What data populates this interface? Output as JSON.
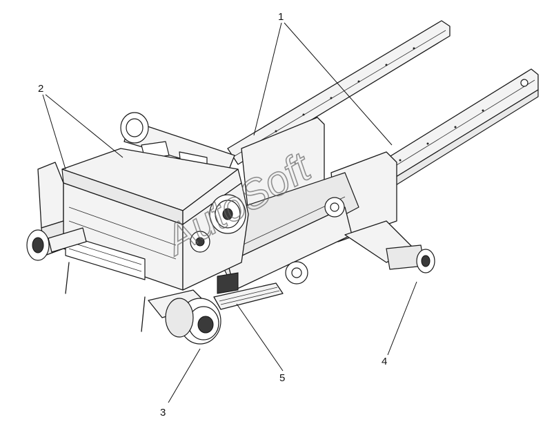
{
  "callouts": [
    {
      "id": "1",
      "label": "1"
    },
    {
      "id": "2",
      "label": "2"
    },
    {
      "id": "3",
      "label": "3"
    },
    {
      "id": "4",
      "label": "4"
    },
    {
      "id": "5",
      "label": "5"
    }
  ],
  "watermark": "AutoSoft",
  "colors": {
    "line": "#1a1a1a",
    "background": "#ffffff",
    "panel": "#f3f3f3",
    "watermark": "#666666"
  }
}
